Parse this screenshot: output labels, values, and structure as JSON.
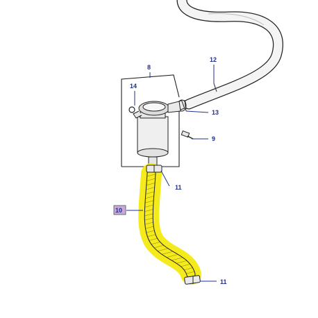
{
  "callouts": {
    "p8": "8",
    "p9": "9",
    "p10": "10",
    "p11a": "11",
    "p11b": "11",
    "p12": "12",
    "p13": "13",
    "p14": "14"
  },
  "colors": {
    "highlight": "#f5ea1c",
    "callout": "#1f2f8f",
    "callout_box": "#c9a9d6",
    "part_fill": "#efefef",
    "outline": "#222222"
  }
}
